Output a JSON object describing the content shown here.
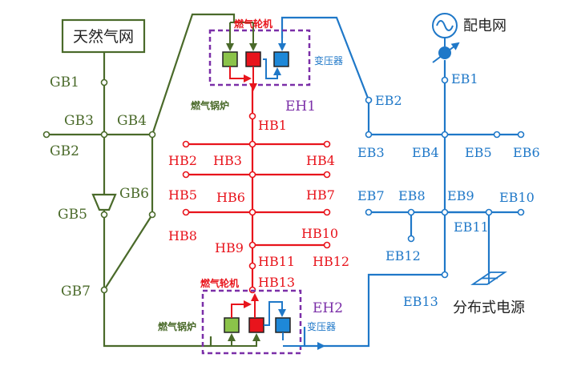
{
  "colors": {
    "gas": "#4a6a2a",
    "heat": "#e8141c",
    "elec": "#1f78c8",
    "eh": "#7b2fa8",
    "box_green": "#8bc34a",
    "box_red": "#e8141c",
    "box_blue": "#1e88d8"
  },
  "gas": {
    "source": "天然气网",
    "nodes": [
      "GB1",
      "GB2",
      "GB3",
      "GB4",
      "GB5",
      "GB6",
      "GB7"
    ]
  },
  "heat": {
    "nodes": [
      "HB1",
      "HB2",
      "HB3",
      "HB4",
      "HB5",
      "HB6",
      "HB7",
      "HB8",
      "HB9",
      "HB10",
      "HB11",
      "HB12",
      "HB13"
    ]
  },
  "elec": {
    "grid": "配电网",
    "dg": "分布式电源",
    "nodes": [
      "EB1",
      "EB2",
      "EB3",
      "EB4",
      "EB5",
      "EB6",
      "EB7",
      "EB8",
      "EB9",
      "EB10",
      "EB11",
      "EB12",
      "EB13"
    ]
  },
  "hubs": [
    {
      "name": "EH1",
      "turbine": "燃气轮机",
      "boiler": "燃气锅炉",
      "transformer": "变压器"
    },
    {
      "name": "EH2",
      "turbine": "燃气轮机",
      "boiler": "燃气锅炉",
      "transformer": "变压器"
    }
  ],
  "icons": [
    "ac-source-icon",
    "transformer-symbol-icon",
    "compressor-icon",
    "solar-panel-icon"
  ]
}
